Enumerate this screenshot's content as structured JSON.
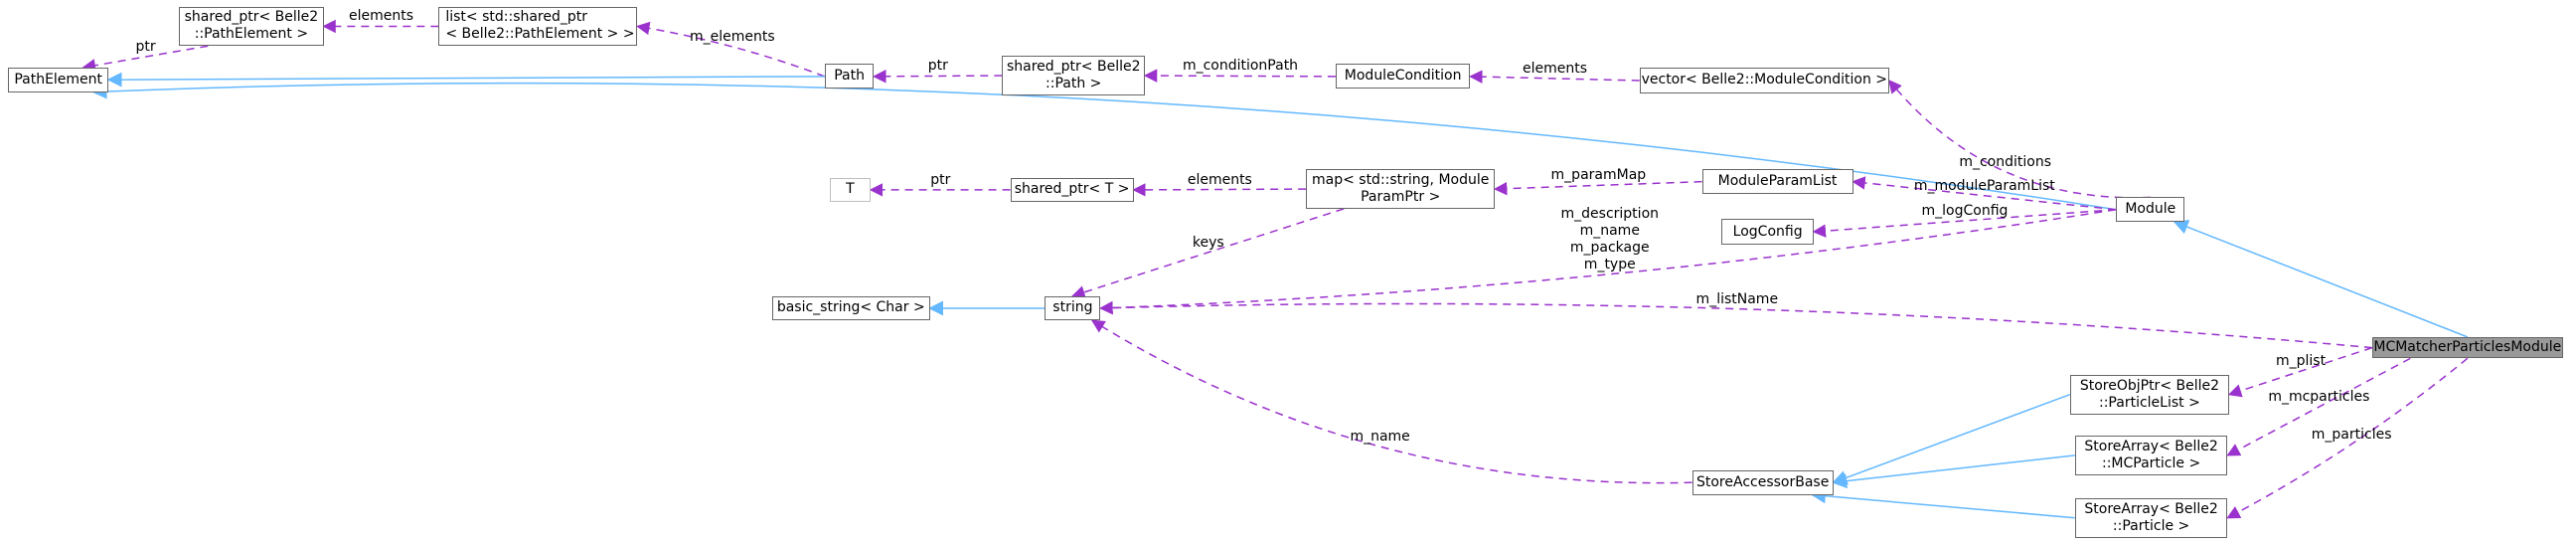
{
  "diagram": {
    "type": "collaboration-graph",
    "focus_node": "MCMatcherParticlesModule",
    "colors": {
      "inheritance": "#63b8ff",
      "usage": "#9a32cd",
      "node_border": "#666666",
      "focus_fill": "#999999"
    },
    "nodes": [
      {
        "id": "PathElement",
        "label": "PathElement"
      },
      {
        "id": "sp_PathElement",
        "label": "shared_ptr< Belle2\n::PathElement >"
      },
      {
        "id": "list_sp",
        "label": "list< std::shared_ptr\n< Belle2::PathElement > >"
      },
      {
        "id": "Path",
        "label": "Path"
      },
      {
        "id": "sp_Path",
        "label": "shared_ptr< Belle2\n::Path >"
      },
      {
        "id": "ModuleCondition",
        "label": "ModuleCondition"
      },
      {
        "id": "vec_ModuleCondition",
        "label": "vector< Belle2::ModuleCondition >"
      },
      {
        "id": "T",
        "label": "T"
      },
      {
        "id": "sp_T",
        "label": "shared_ptr< T >"
      },
      {
        "id": "map_param",
        "label": "map< std::string, Module\nParamPtr >"
      },
      {
        "id": "ModuleParamList",
        "label": "ModuleParamList"
      },
      {
        "id": "LogConfig",
        "label": "LogConfig"
      },
      {
        "id": "Module",
        "label": "Module"
      },
      {
        "id": "basic_string",
        "label": "basic_string< Char >"
      },
      {
        "id": "string",
        "label": "string"
      },
      {
        "id": "StoreAccessorBase",
        "label": "StoreAccessorBase"
      },
      {
        "id": "StoreObjPtr_PL",
        "label": "StoreObjPtr< Belle2\n::ParticleList >"
      },
      {
        "id": "StoreArray_MC",
        "label": "StoreArray< Belle2\n::MCParticle >"
      },
      {
        "id": "StoreArray_P",
        "label": "StoreArray< Belle2\n::Particle >"
      },
      {
        "id": "MCMatcherParticlesModule",
        "label": "MCMatcherParticlesModule"
      }
    ],
    "edges": [
      {
        "from": "sp_PathElement",
        "to": "PathElement",
        "kind": "usage",
        "label": "ptr"
      },
      {
        "from": "list_sp",
        "to": "sp_PathElement",
        "kind": "usage",
        "label": "elements"
      },
      {
        "from": "Path",
        "to": "list_sp",
        "kind": "usage",
        "label": "m_elements"
      },
      {
        "from": "Path",
        "to": "PathElement",
        "kind": "inheritance",
        "label": ""
      },
      {
        "from": "sp_Path",
        "to": "Path",
        "kind": "usage",
        "label": "ptr"
      },
      {
        "from": "ModuleCondition",
        "to": "sp_Path",
        "kind": "usage",
        "label": "m_conditionPath"
      },
      {
        "from": "vec_ModuleCondition",
        "to": "ModuleCondition",
        "kind": "usage",
        "label": "elements"
      },
      {
        "from": "Module",
        "to": "vec_ModuleCondition",
        "kind": "usage",
        "label": "m_conditions"
      },
      {
        "from": "Module",
        "to": "PathElement",
        "kind": "inheritance",
        "label": ""
      },
      {
        "from": "sp_T",
        "to": "T",
        "kind": "usage",
        "label": "ptr"
      },
      {
        "from": "map_param",
        "to": "sp_T",
        "kind": "usage",
        "label": "elements"
      },
      {
        "from": "map_param",
        "to": "string",
        "kind": "usage",
        "label": "keys"
      },
      {
        "from": "ModuleParamList",
        "to": "map_param",
        "kind": "usage",
        "label": "m_paramMap"
      },
      {
        "from": "Module",
        "to": "ModuleParamList",
        "kind": "usage",
        "label": "m_moduleParamList"
      },
      {
        "from": "Module",
        "to": "LogConfig",
        "kind": "usage",
        "label": "m_logConfig"
      },
      {
        "from": "Module",
        "to": "string",
        "kind": "usage",
        "label": "m_description\nm_name\nm_package\nm_type"
      },
      {
        "from": "string",
        "to": "basic_string",
        "kind": "inheritance",
        "label": ""
      },
      {
        "from": "MCMatcherParticlesModule",
        "to": "string",
        "kind": "usage",
        "label": "m_listName"
      },
      {
        "from": "StoreAccessorBase",
        "to": "string",
        "kind": "usage",
        "label": "m_name"
      },
      {
        "from": "StoreObjPtr_PL",
        "to": "StoreAccessorBase",
        "kind": "inheritance",
        "label": ""
      },
      {
        "from": "StoreArray_MC",
        "to": "StoreAccessorBase",
        "kind": "inheritance",
        "label": ""
      },
      {
        "from": "StoreArray_P",
        "to": "StoreAccessorBase",
        "kind": "inheritance",
        "label": ""
      },
      {
        "from": "MCMatcherParticlesModule",
        "to": "Module",
        "kind": "inheritance",
        "label": ""
      },
      {
        "from": "MCMatcherParticlesModule",
        "to": "StoreObjPtr_PL",
        "kind": "usage",
        "label": "m_plist"
      },
      {
        "from": "MCMatcherParticlesModule",
        "to": "StoreArray_MC",
        "kind": "usage",
        "label": "m_mcparticles"
      },
      {
        "from": "MCMatcherParticlesModule",
        "to": "StoreArray_P",
        "kind": "usage",
        "label": "m_particles"
      }
    ]
  }
}
